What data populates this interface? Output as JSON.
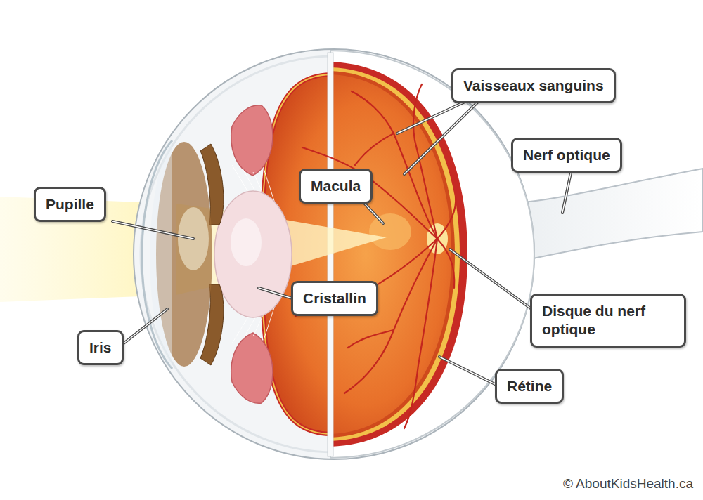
{
  "diagram": {
    "nodes": [
      {
        "text": [
          "Vaisseaux sanguins"
        ]
      },
      {
        "text": [
          "Nerf optique"
        ]
      },
      {
        "text": [
          "Macula"
        ]
      },
      {
        "text": [
          "Pupille"
        ]
      },
      {
        "text": [
          "Cristallin"
        ]
      },
      {
        "text": [
          "Disque du nerf optique"
        ]
      },
      {
        "text": [
          "Iris"
        ]
      },
      {
        "text": [
          "Rétine"
        ]
      }
    ],
    "labels": [
      "© AboutKidsHealth.ca"
    ]
  }
}
